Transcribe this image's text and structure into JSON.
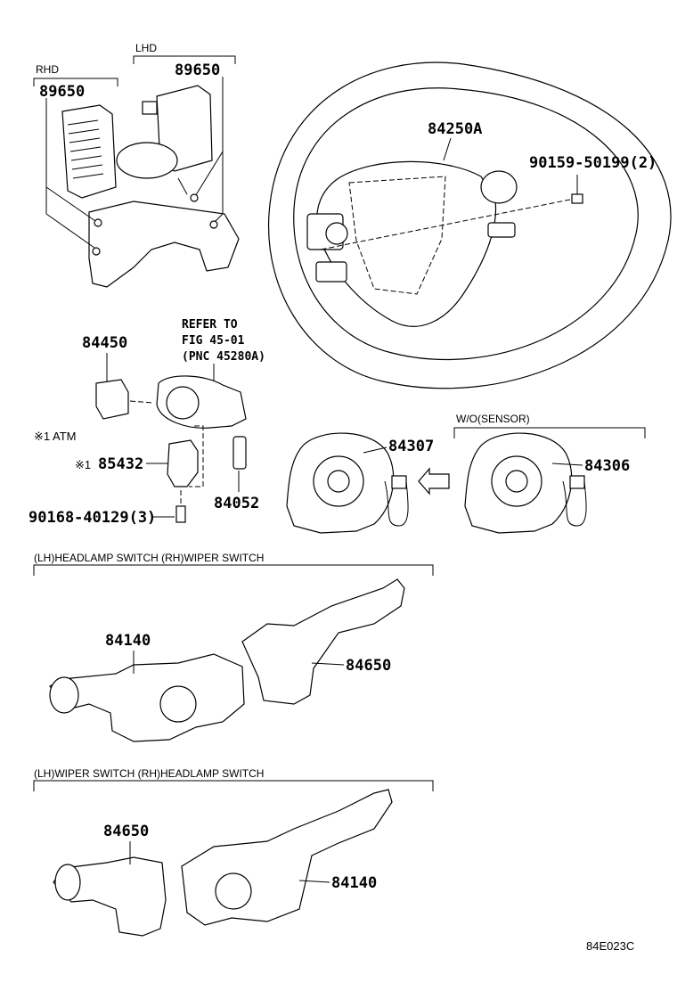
{
  "labels": {
    "rhd": "RHD",
    "lhd": "LHD",
    "p89650_rhd": "89650",
    "p89650_lhd": "89650",
    "p84250a": "84250A",
    "p90159": "90159-50199(2)",
    "refer1": "REFER TO",
    "refer2": "FIG 45-01",
    "refer3": "(PNC 45280A)",
    "p84450": "84450",
    "atm_note": "※1 ATM",
    "p85432_mark": "※1",
    "p85432": "85432",
    "p90168": "90168-40129(3)",
    "p84052": "84052",
    "wo_sensor": "W/O(SENSOR)",
    "p84307": "84307",
    "p84306": "84306",
    "section1": "(LH)HEADLAMP SWITCH  (RH)WIPER SWITCH",
    "p84140_a": "84140",
    "p84650_a": "84650",
    "section2": "(LH)WIPER SWITCH  (RH)HEADLAMP SWITCH",
    "p84650_b": "84650",
    "p84140_b": "84140",
    "fig_code": "84E023C"
  }
}
